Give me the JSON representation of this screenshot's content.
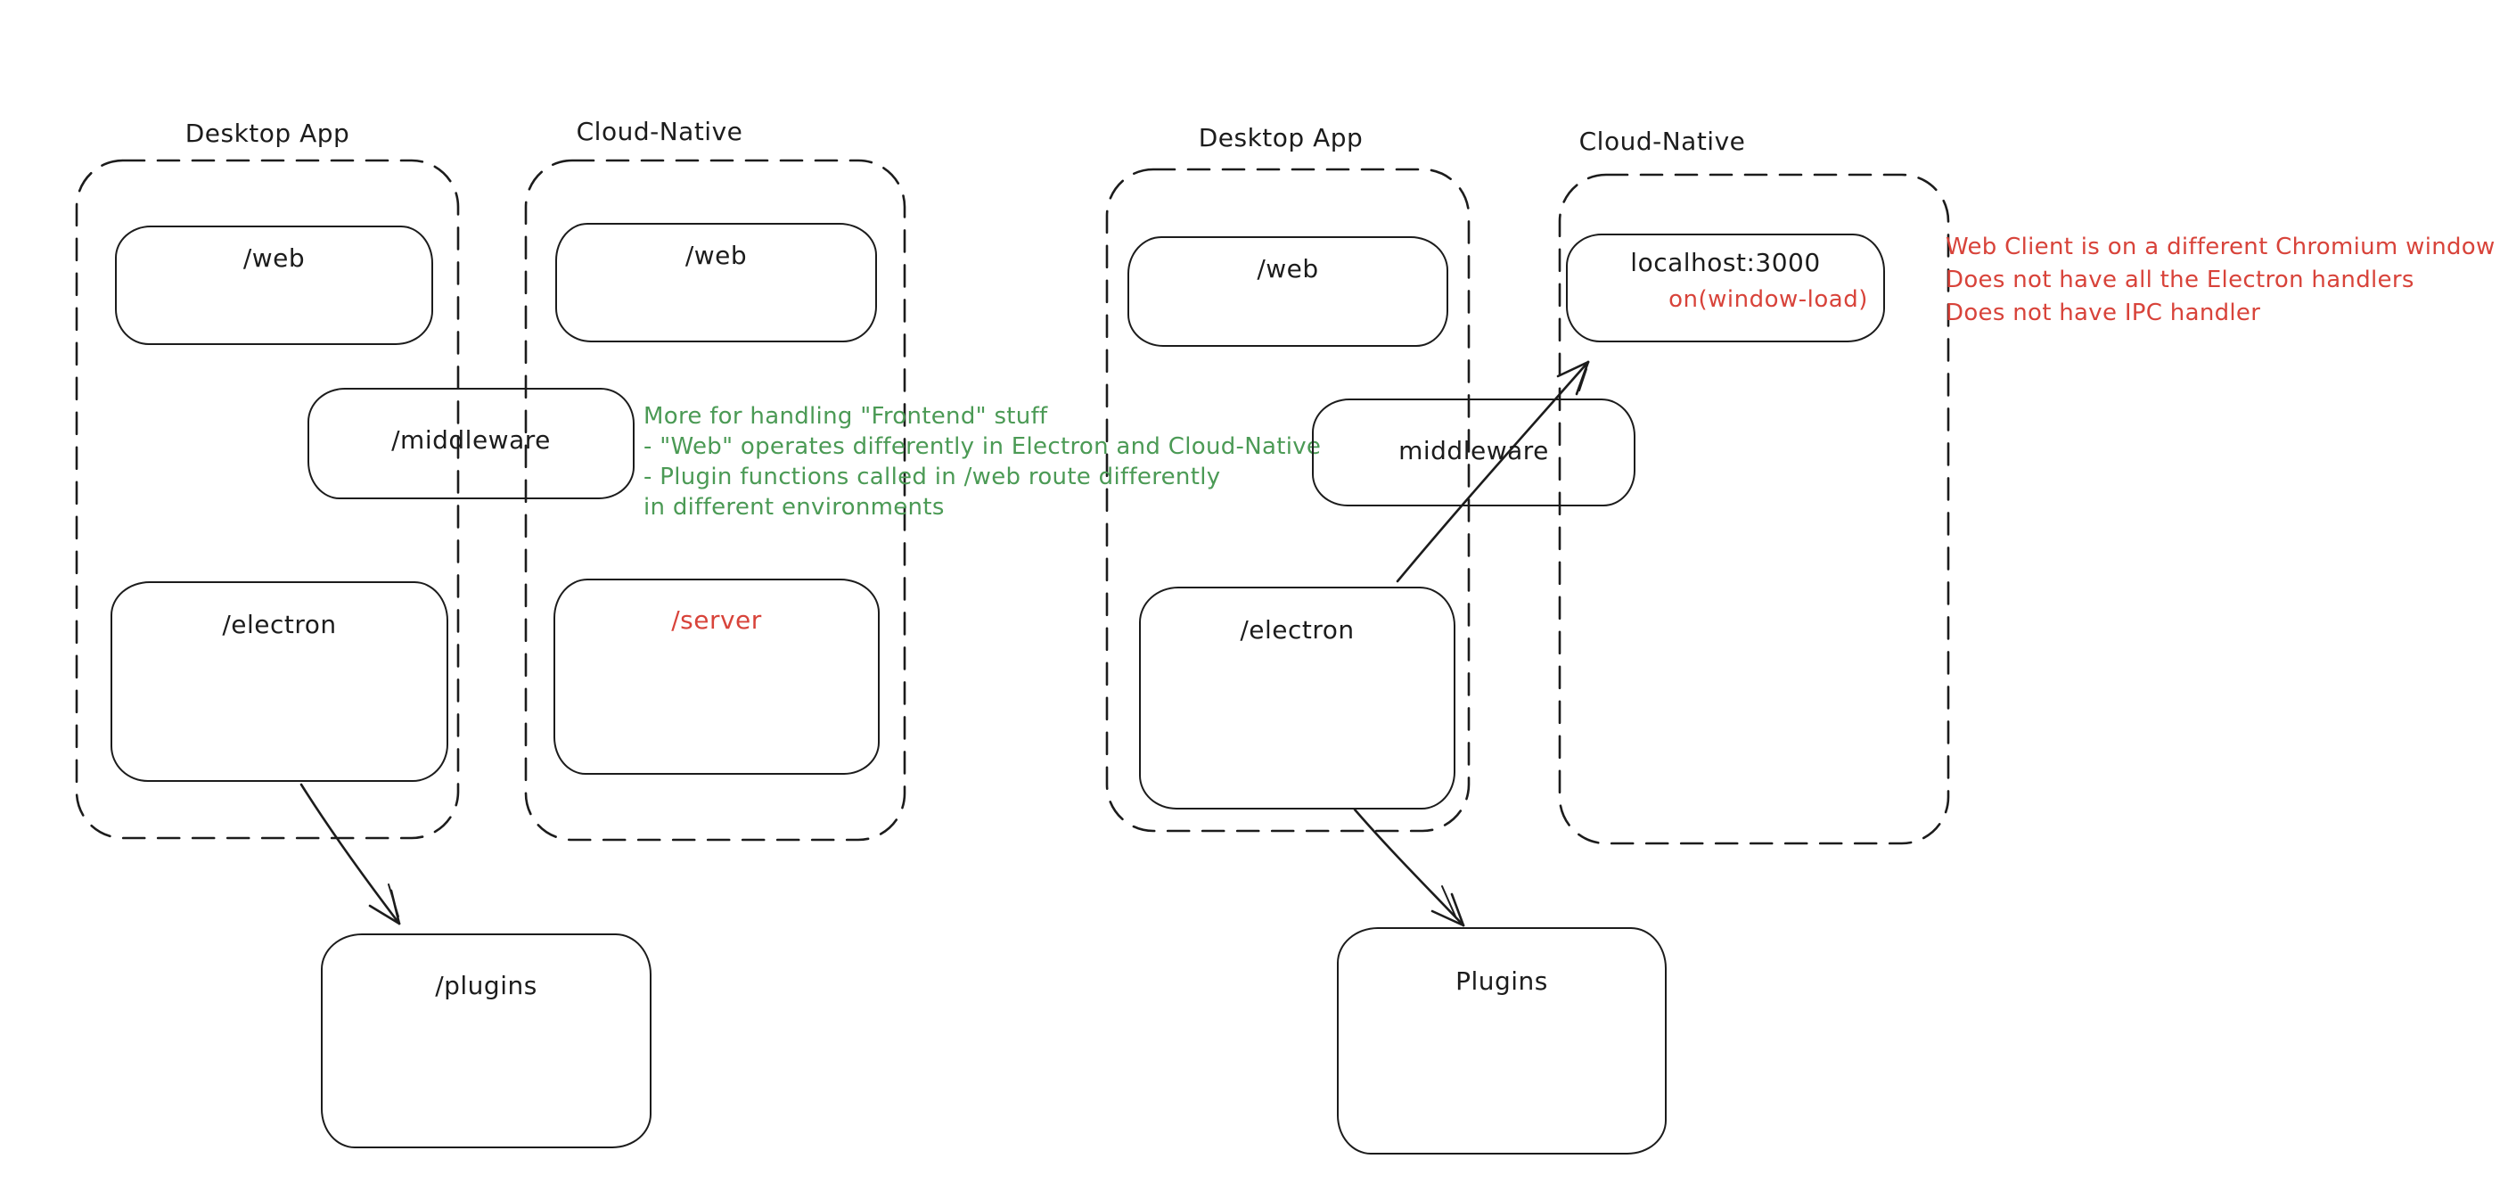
{
  "colors": {
    "background": "#ffffff",
    "stroke": "#1c1c1c",
    "annotation_green": "#4b9a55",
    "annotation_red": "#d8433a"
  },
  "left": {
    "desktop_container_title": "Desktop App",
    "cloud_container_title": "Cloud-Native",
    "boxes": {
      "web_desktop": "/web",
      "web_cloud": "/web",
      "middleware": "/middleware",
      "electron": "/electron",
      "server": "/server",
      "plugins": "/plugins"
    },
    "annotation_lines": [
      "More for handling \"Frontend\" stuff",
      "- \"Web\" operates differently in Electron and Cloud-Native",
      "- Plugin functions called in /web route differently",
      "in different environments"
    ]
  },
  "right": {
    "desktop_container_title": "Desktop App",
    "cloud_container_title": "Cloud-Native",
    "boxes": {
      "web": "/web",
      "localhost": "localhost:3000",
      "localhost_sub": "on(window-load)",
      "middleware": "middleware",
      "electron": "/electron",
      "plugins": "Plugins"
    },
    "annotation_lines": [
      "Web Client is on a different Chromium window",
      "Does not have all the Electron handlers",
      "Does not have IPC handler"
    ]
  }
}
